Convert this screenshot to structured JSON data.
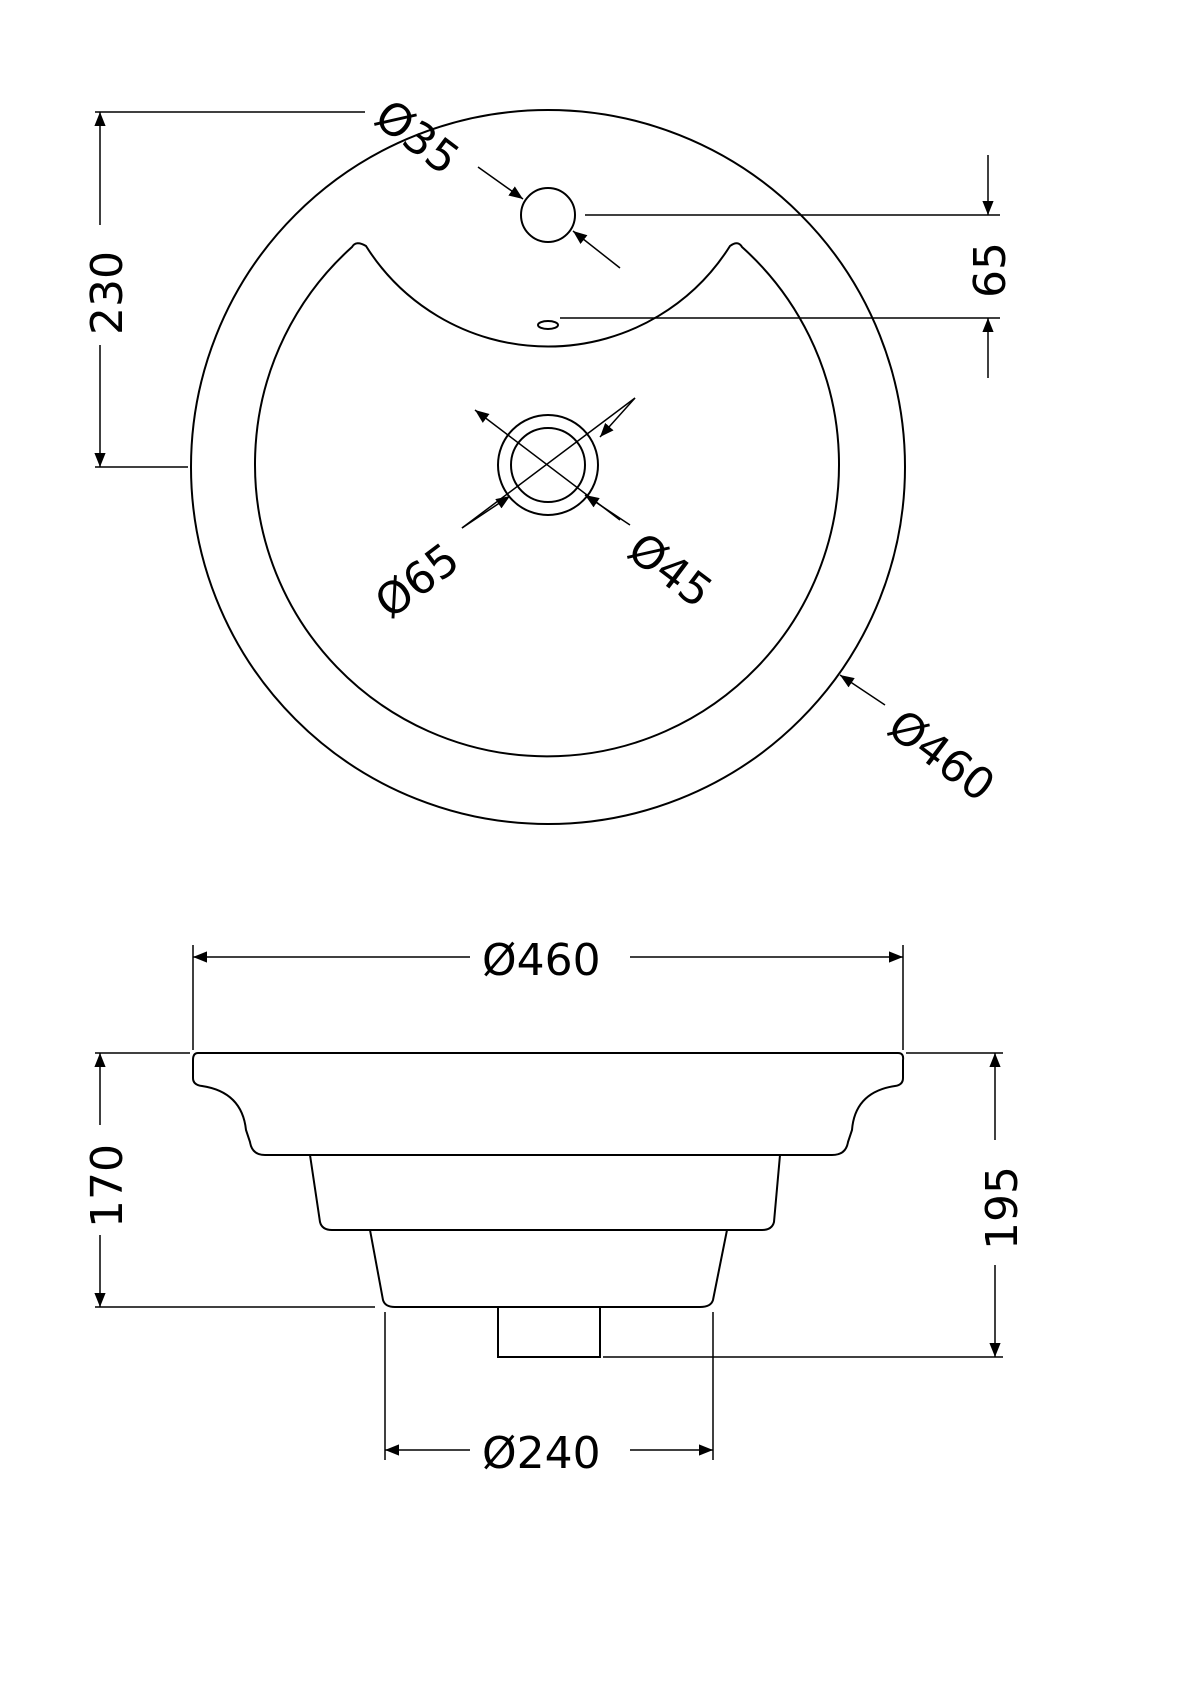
{
  "top_view": {
    "tap_hole": "Ø35",
    "tap_offset": "65",
    "half_depth": "230",
    "waste_outer": "Ø65",
    "waste_inner": "Ø45",
    "overall": "Ø460"
  },
  "side_view": {
    "overall_width": "Ø460",
    "body_height": "170",
    "total_height": "195",
    "base_diameter": "Ø240"
  },
  "colors": {
    "line": "#000000",
    "background": "#ffffff"
  }
}
